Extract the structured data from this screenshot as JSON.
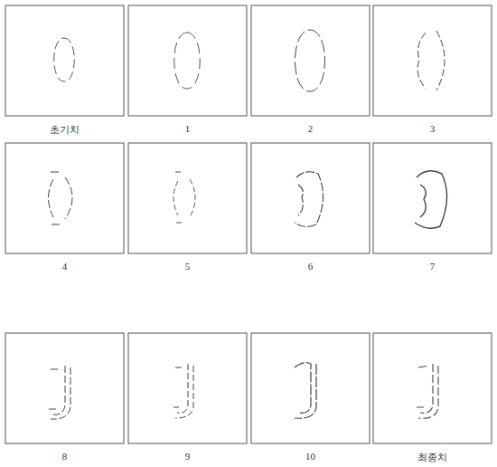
{
  "diagram": {
    "labels": [
      "초기치",
      "1",
      "2",
      "3",
      "4",
      "5",
      "6",
      "7",
      "8",
      "9",
      "10",
      "최종치"
    ]
  }
}
